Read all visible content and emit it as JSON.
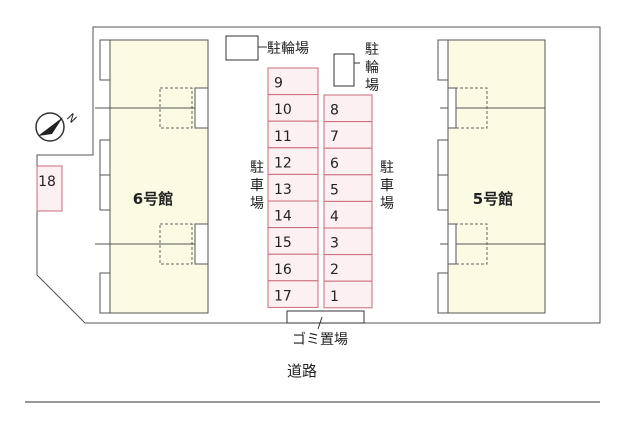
{
  "north_label": "N",
  "buildings": [
    {
      "id": "building-6",
      "label": "6号館"
    },
    {
      "id": "building-5",
      "label": "5号館"
    }
  ],
  "bicycle_parking_top": "駐輪場",
  "bicycle_parking_right": [
    "駐",
    "輪",
    "場"
  ],
  "parking_left_label": [
    "駐",
    "車",
    "場"
  ],
  "parking_right_label": [
    "駐",
    "車",
    "場"
  ],
  "parking_column_left": [
    "9",
    "10",
    "11",
    "12",
    "13",
    "14",
    "15",
    "16",
    "17"
  ],
  "parking_column_right": [
    "8",
    "7",
    "6",
    "5",
    "4",
    "3",
    "2",
    "1"
  ],
  "parking_separate": "18",
  "garbage_area": "ゴミ置場",
  "road_label": "道路",
  "colors": {
    "building_fill": "#fbfbe3",
    "parking_fill": "#fdf0f2",
    "parking_stroke": "#c86b78",
    "outline": "#555555"
  }
}
